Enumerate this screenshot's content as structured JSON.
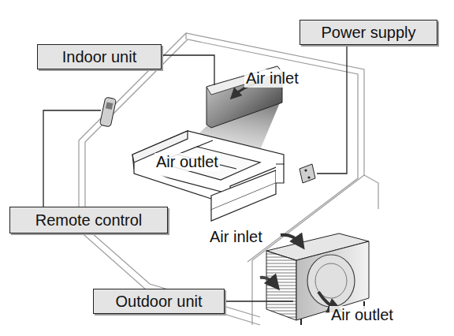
{
  "diagram": {
    "nodes": [
      {
        "text": [
          "Indoor unit"
        ]
      },
      {
        "text": [
          "Power supply"
        ]
      },
      {
        "text": [
          "Remote control"
        ]
      },
      {
        "text": [
          "Outdoor unit"
        ]
      }
    ],
    "labels": [
      "Air inlet",
      "Air outlet",
      "Air inlet",
      "Air outlet"
    ]
  }
}
